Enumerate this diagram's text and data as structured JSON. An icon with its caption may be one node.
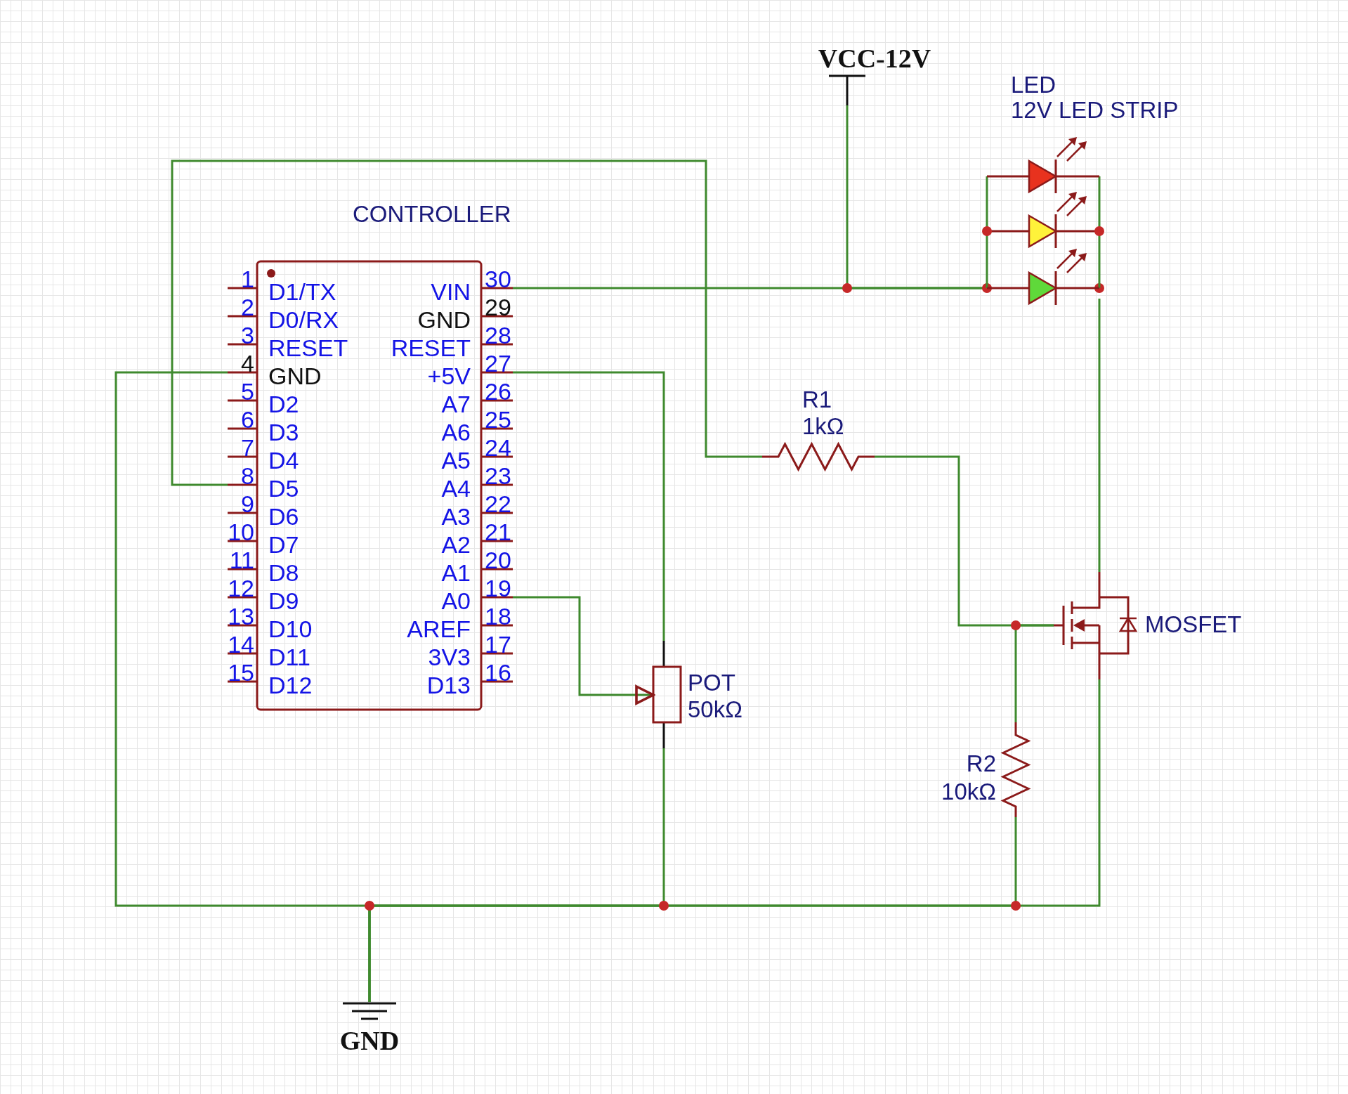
{
  "diagram": {
    "nodes": [
      {
        "text": [
          "VCC-12V"
        ]
      },
      {
        "text": [
          "LED",
          "12V LED STRIP"
        ]
      },
      {
        "text": [
          "CONTROLLER"
        ]
      },
      {
        "text": [
          "R1",
          "1kΩ"
        ]
      },
      {
        "text": [
          "MOSFET"
        ]
      },
      {
        "text": [
          "POT",
          "50kΩ"
        ]
      },
      {
        "text": [
          "R2",
          "10kΩ"
        ]
      },
      {
        "text": [
          "GND"
        ]
      }
    ],
    "edges": [
      {
        "from": 2,
        "to": 1,
        "arrow": "none"
      },
      {
        "from": 0,
        "to": 1,
        "arrow": "none"
      },
      {
        "from": 2,
        "to": 3,
        "arrow": "none"
      },
      {
        "from": 3,
        "to": 4,
        "arrow": "none"
      },
      {
        "from": 1,
        "to": 4,
        "arrow": "none"
      },
      {
        "from": 6,
        "to": 4,
        "arrow": "none"
      },
      {
        "from": 2,
        "to": 5,
        "arrow": "none"
      },
      {
        "from": 2,
        "to": 5,
        "arrow": "to"
      },
      {
        "from": 2,
        "to": 7,
        "arrow": "none"
      },
      {
        "from": 5,
        "to": 7,
        "arrow": "none"
      },
      {
        "from": 6,
        "to": 7,
        "arrow": "none"
      },
      {
        "from": 4,
        "to": 7,
        "arrow": "none"
      }
    ],
    "labels": [
      "1",
      "D1/TX",
      "VIN",
      "30",
      "2",
      "D0/RX",
      "GND",
      "29",
      "3",
      "RESET",
      "RESET",
      "28",
      "4",
      "GND",
      "+5V",
      "27",
      "5",
      "D2",
      "A7",
      "26",
      "6",
      "D3",
      "A6",
      "25",
      "7",
      "D4",
      "A5",
      "24",
      "8",
      "D5",
      "A4",
      "23",
      "9",
      "D6",
      "A3",
      "22",
      "10",
      "D7",
      "A2",
      "21",
      "11",
      "D8",
      "A1",
      "20",
      "12",
      "D9",
      "A0",
      "19",
      "13",
      "D10",
      "AREF",
      "18",
      "14",
      "D11",
      "3V3",
      "17",
      "15",
      "D12",
      "D13",
      "16"
    ]
  }
}
